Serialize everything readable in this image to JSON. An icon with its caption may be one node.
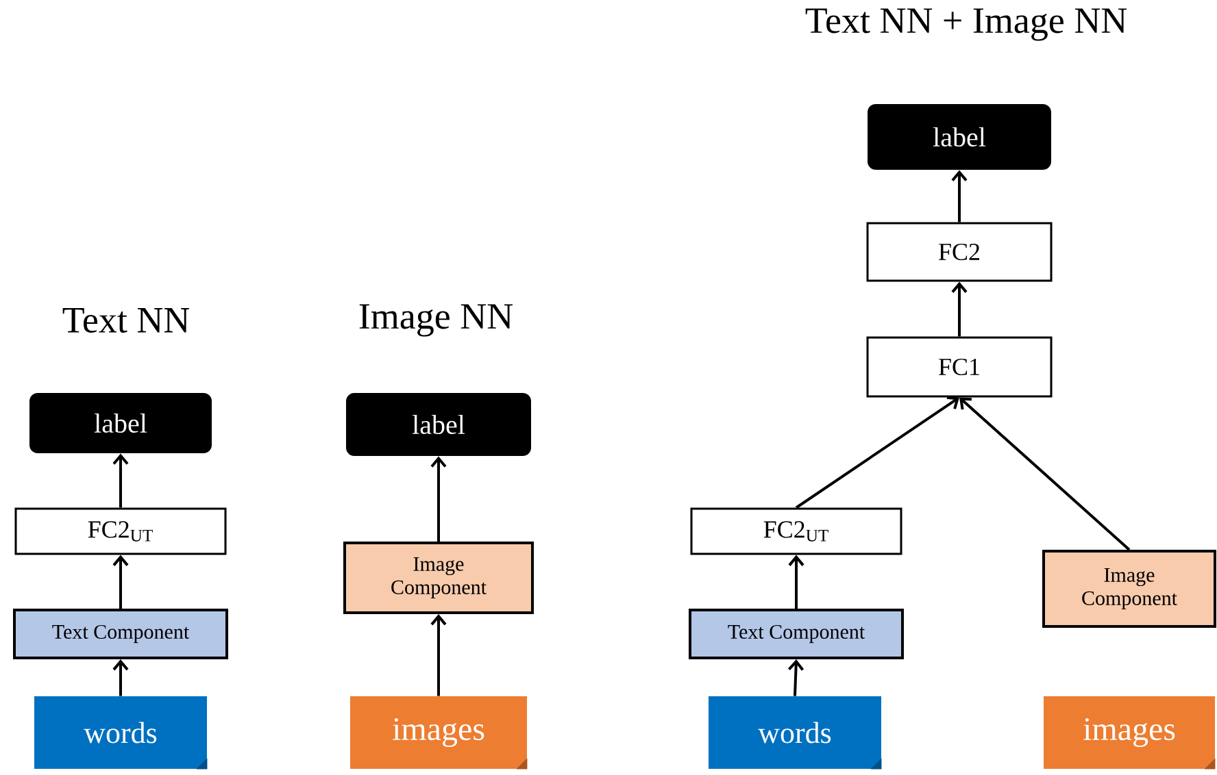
{
  "diagram": {
    "nodes": [
      {
        "text": [
          "label"
        ]
      },
      {
        "text": [
          "FC2$_{UT}$"
        ]
      },
      {
        "text": [
          "Text Component"
        ]
      },
      {
        "text": [
          "words"
        ]
      },
      {
        "text": [
          "label"
        ]
      },
      {
        "text": [
          "Image Component"
        ]
      },
      {
        "text": [
          "images"
        ]
      },
      {
        "text": [
          "label"
        ]
      },
      {
        "text": [
          "FC2"
        ]
      },
      {
        "text": [
          "FC1"
        ]
      },
      {
        "text": [
          "FC2$_{UT}$"
        ]
      },
      {
        "text": [
          "Text Component"
        ]
      },
      {
        "text": [
          "words"
        ]
      },
      {
        "text": [
          "Image Component"
        ]
      },
      {
        "text": [
          "images"
        ]
      }
    ],
    "edges": [
      {
        "from": 3,
        "to": 2,
        "arrow": "to"
      },
      {
        "from": 2,
        "to": 1,
        "arrow": "to"
      },
      {
        "from": 1,
        "to": 0,
        "arrow": "to"
      },
      {
        "from": 6,
        "to": 5,
        "arrow": "to"
      },
      {
        "from": 5,
        "to": 4,
        "arrow": "to"
      },
      {
        "from": 12,
        "to": 11,
        "arrow": "to"
      },
      {
        "from": 11,
        "to": 10,
        "arrow": "to"
      },
      {
        "from": 10,
        "to": 9,
        "arrow": "to"
      },
      {
        "from": 13,
        "to": 9,
        "arrow": "to"
      },
      {
        "from": 9,
        "to": 8,
        "arrow": "to"
      },
      {
        "from": 8,
        "to": 7,
        "arrow": "to"
      }
    ],
    "labels": [
      "Text NN + Image NN",
      "Text NN",
      "Image NN"
    ]
  }
}
